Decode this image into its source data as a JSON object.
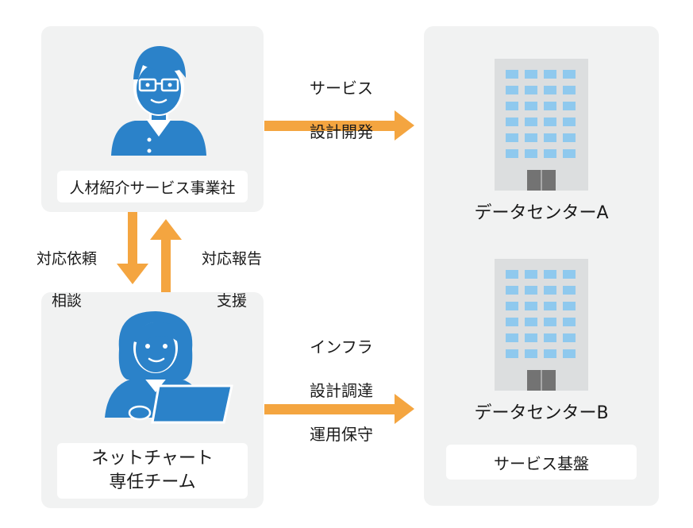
{
  "agency": {
    "label": "人材紹介サービス事業社"
  },
  "team": {
    "label_line1": "ネットチャート",
    "label_line2": "専任チーム"
  },
  "datacenter_a": {
    "label": "データセンターA"
  },
  "datacenter_b": {
    "label": "データセンターB"
  },
  "platform": {
    "label": "サービス基盤"
  },
  "flows": {
    "service_design": {
      "line1": "サービス",
      "line2": "設計開発"
    },
    "infra": {
      "line1": "インフラ",
      "line2": "設計調達",
      "line3": "運用保守"
    },
    "request": {
      "line1": "対応依頼",
      "line2": "相談"
    },
    "report": {
      "line1": "対応報告",
      "line2": "支援"
    }
  },
  "colors": {
    "panel_bg": "#f1f2f2",
    "arrow": "#f4a540",
    "person": "#2b82c9",
    "building": "#dcdedf",
    "window": "#8fc9ee",
    "door": "#737373"
  },
  "icons": [
    "man-with-glasses-icon",
    "woman-with-laptop-icon",
    "office-building-icon"
  ]
}
